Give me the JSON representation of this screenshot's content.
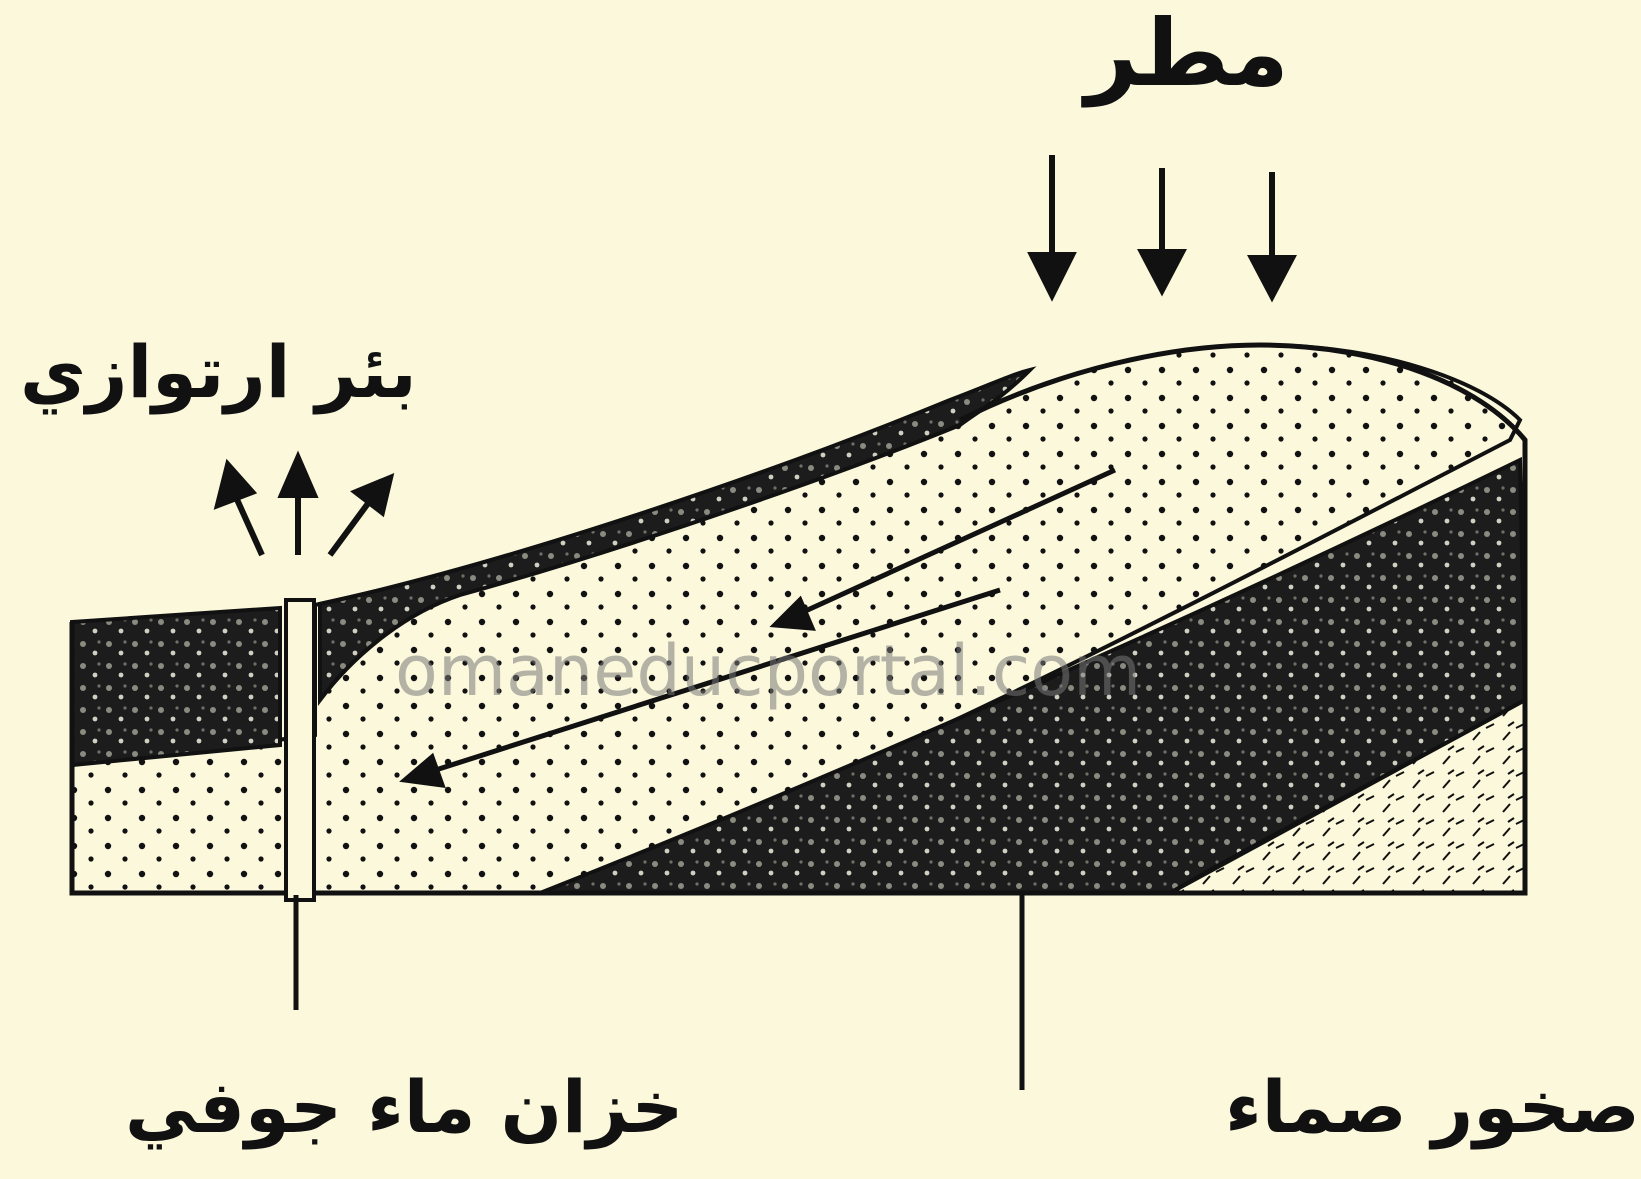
{
  "labels": {
    "rain": "مطر",
    "artesian_well": "بئر ارتوازي",
    "groundwater_reservoir": "خزان ماء جوفي",
    "impermeable_rocks": "صخور صماء"
  },
  "watermark": "omaneducportal.com",
  "colors": {
    "background": "#fbf8dc",
    "ink": "#111111",
    "dark_rock": "#1c1c1c",
    "sand": "#f6f1cf"
  },
  "icons": {
    "rain_arrows": "arrow-down-icon",
    "well_outflow_arrows": "arrow-up-icon",
    "flow_arrows": "arrow-left-icon"
  }
}
